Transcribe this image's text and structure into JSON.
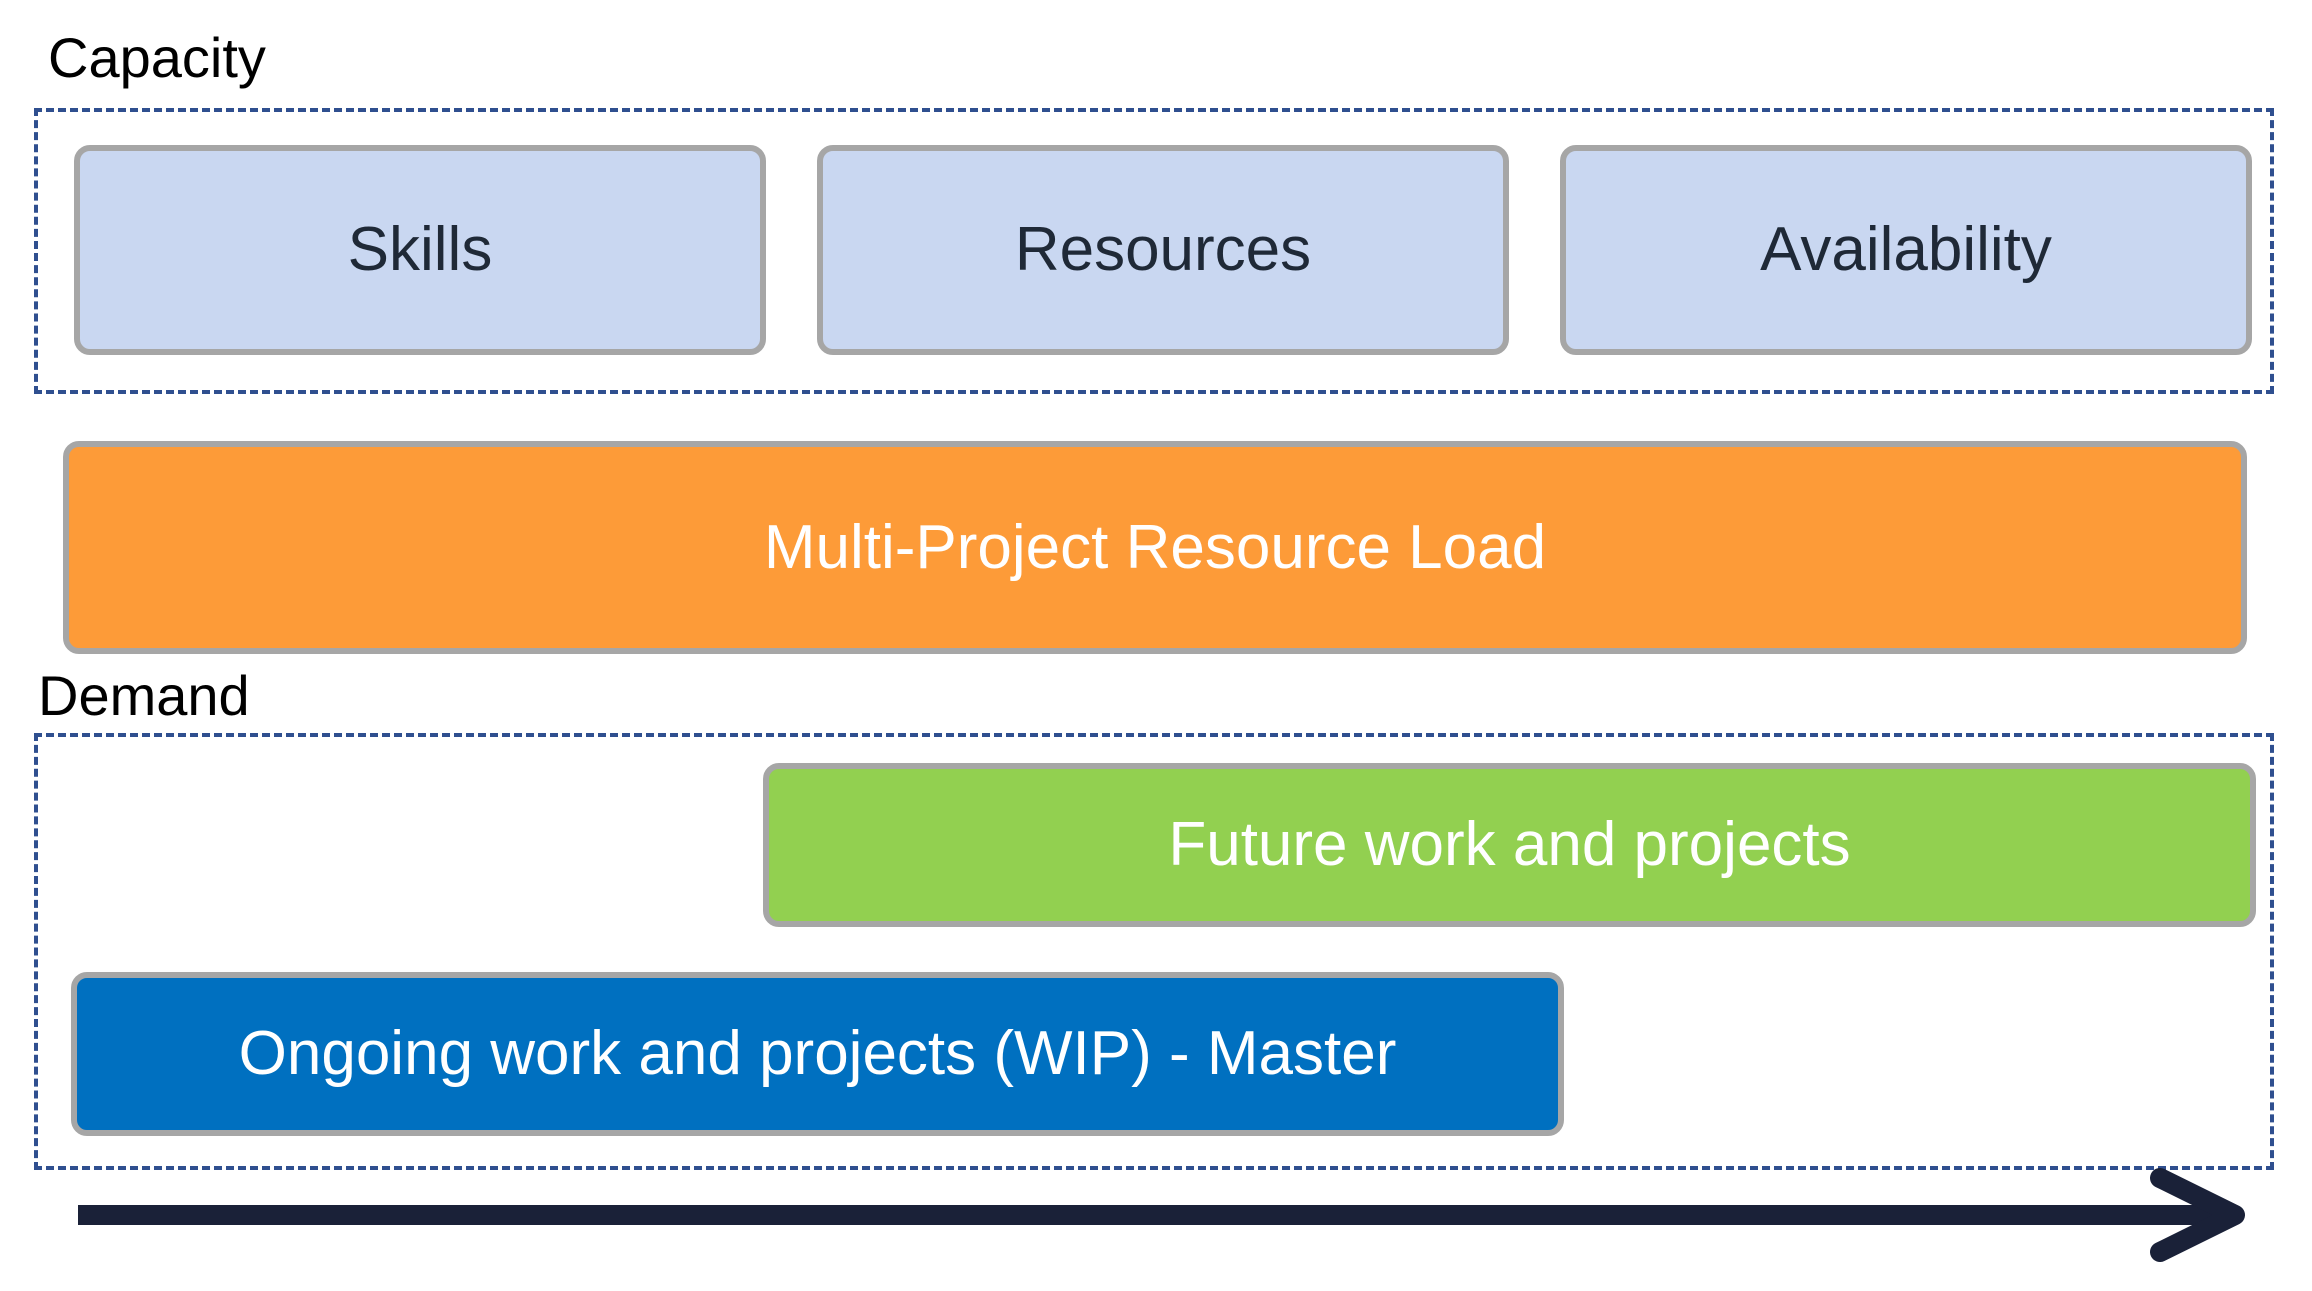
{
  "capacity": {
    "label": "Capacity",
    "items": [
      {
        "label": "Skills"
      },
      {
        "label": "Resources"
      },
      {
        "label": "Availability"
      }
    ]
  },
  "load": {
    "label": "Multi-Project Resource Load",
    "color": "#fd9b38"
  },
  "demand": {
    "label": "Demand",
    "future": {
      "label": "Future work and projects",
      "color": "#92d050"
    },
    "wip": {
      "label": "Ongoing work and projects (WIP) - Master",
      "color": "#0070c0"
    }
  },
  "colors": {
    "capacity_fill": "#c9d7f1",
    "frame_dash": "#2f4f8f",
    "box_border": "#a6a6a6",
    "arrow": "#1a2138"
  },
  "timeline": {
    "icon": "right-arrow-icon"
  }
}
